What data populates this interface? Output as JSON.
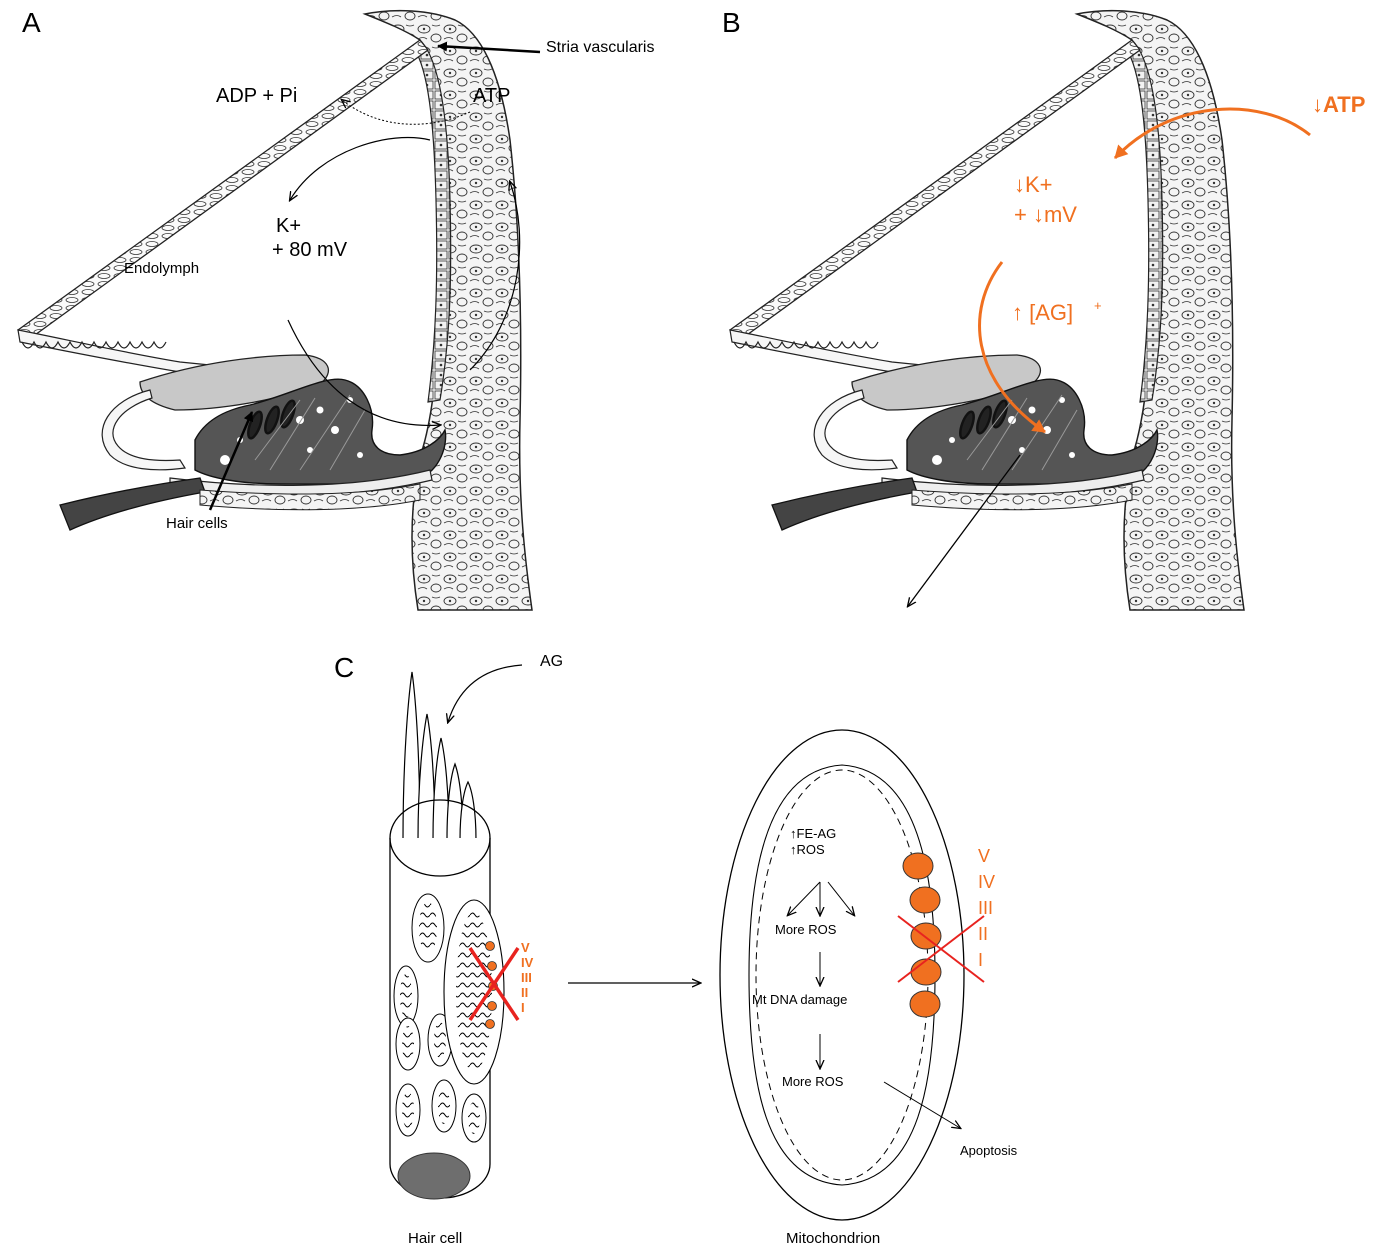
{
  "panels": {
    "a": {
      "letter": "A",
      "stria": "Stria vascularis",
      "adp": "ADP + Pi",
      "atp": "ATP",
      "k": "K+",
      "mv": "+ 80 mV",
      "endolymph": "Endolymph",
      "hair_cells": "Hair cells"
    },
    "b": {
      "letter": "B",
      "atp": "↓ATP",
      "k": "↓K+",
      "mv": "+ ↓mV",
      "ag": "↑ [AG]",
      "ag_sup": "+"
    },
    "c": {
      "letter": "C",
      "ag": "AG",
      "hair_cell": "Hair cell",
      "mitochondrion": "Mitochondrion",
      "fe_ag": "↑FE-AG",
      "ros1": "↑ROS",
      "more_ros1": "More ROS",
      "dna": "Mt DNA damage",
      "more_ros2": "More ROS",
      "apoptosis": "Apoptosis",
      "complexes": [
        "V",
        "IV",
        "III",
        "II",
        "I"
      ]
    }
  },
  "colors": {
    "accent": "#f07020",
    "cross": "#e8231f",
    "tissue_dark": "#555555",
    "membrane": "#c8c8c8",
    "nucleus": "#6e6e6e"
  }
}
